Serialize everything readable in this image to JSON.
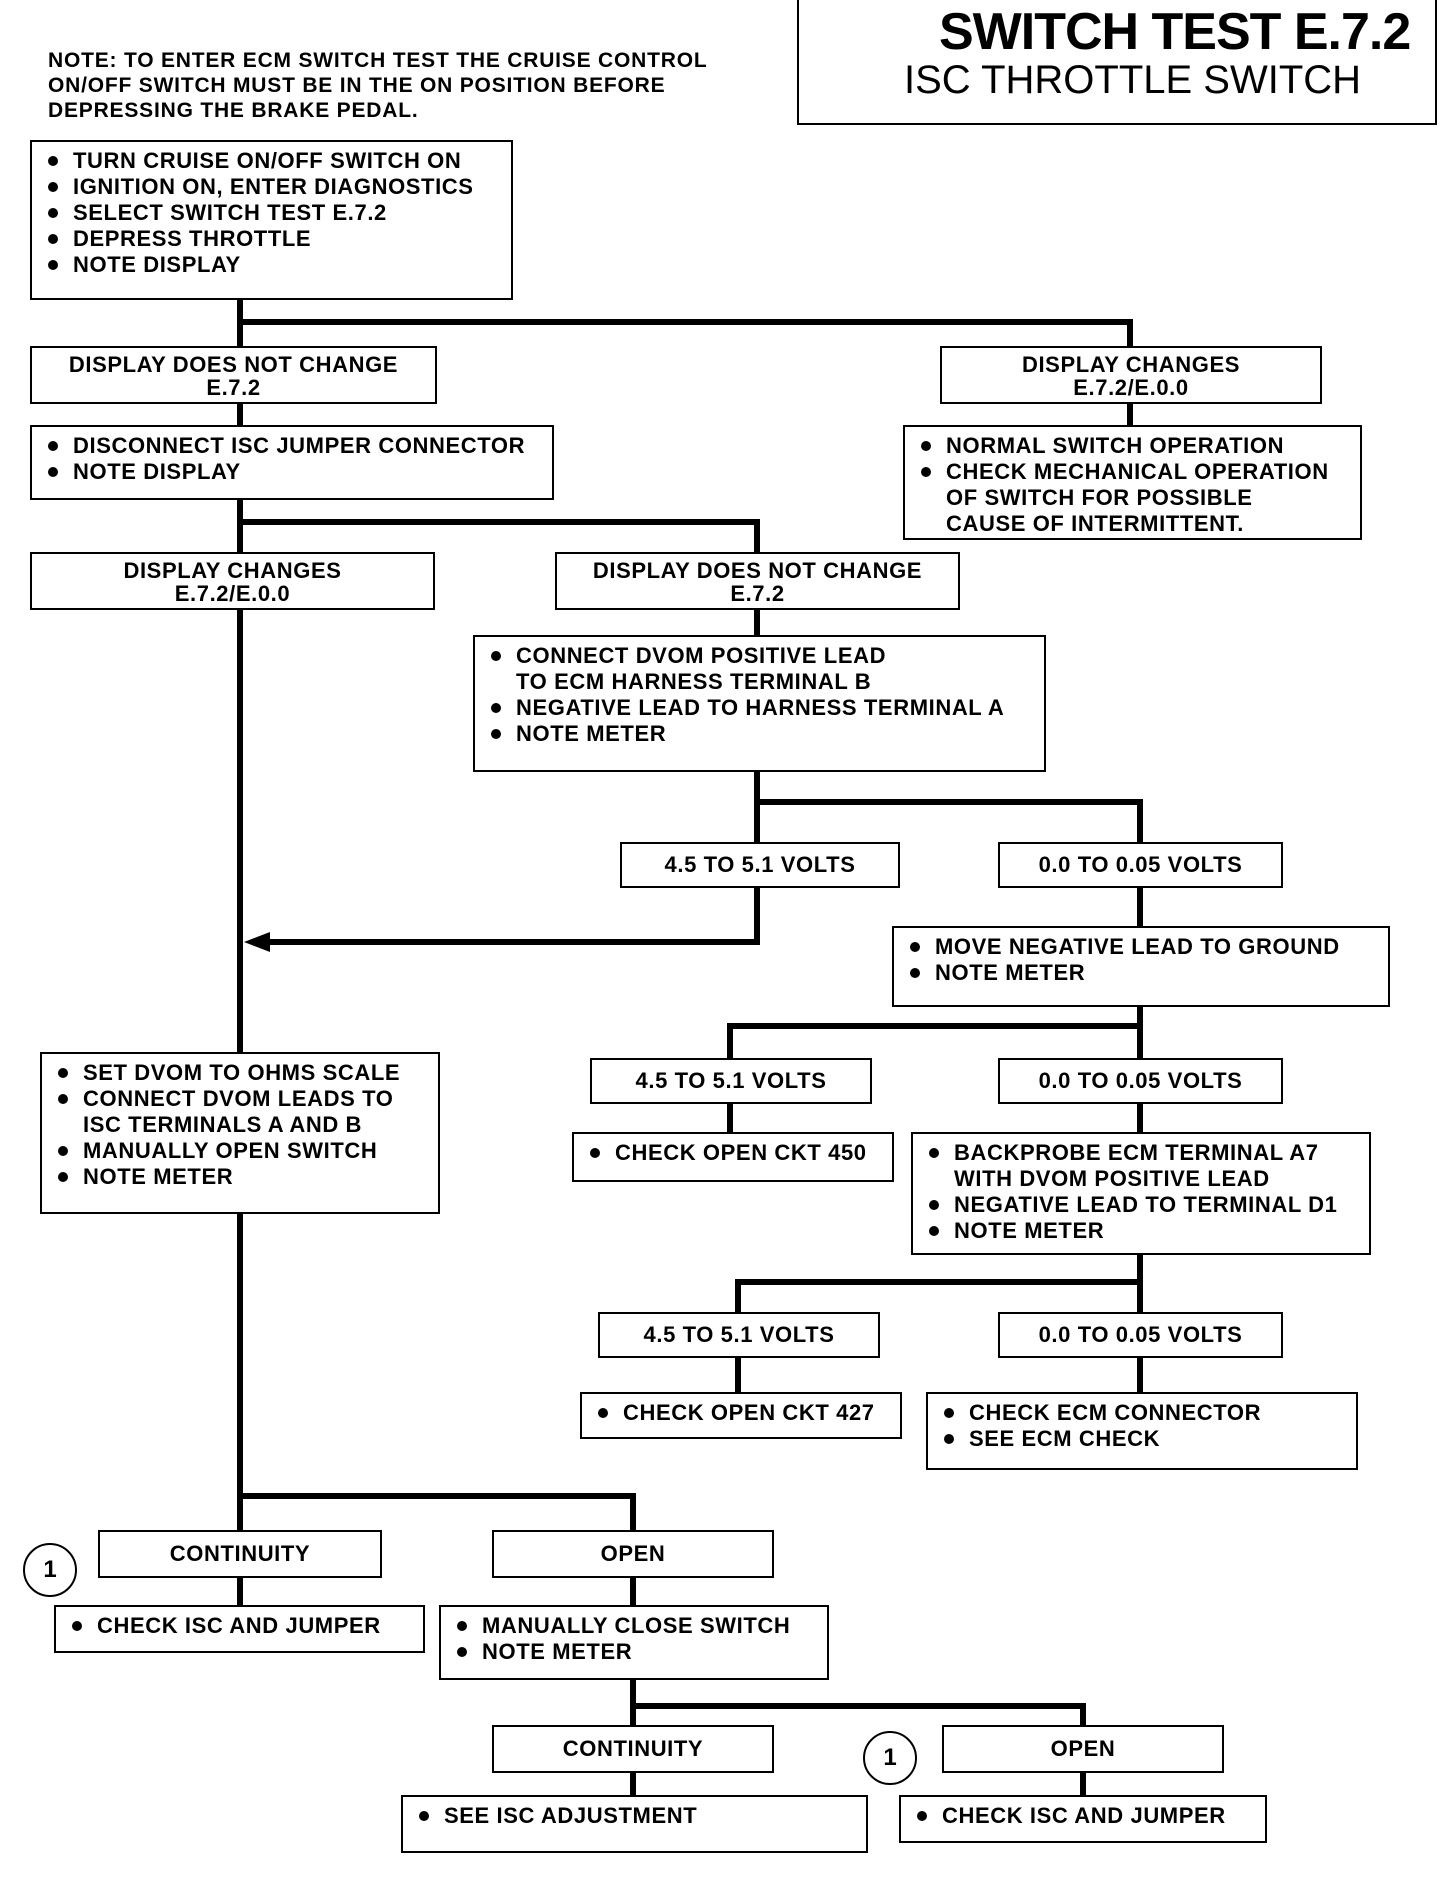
{
  "title": {
    "main": "SWITCH TEST E.7.2",
    "sub": "ISC THROTTLE SWITCH"
  },
  "note": "NOTE: TO ENTER ECM SWITCH TEST THE CRUISE CONTROL ON/OFF SWITCH MUST BE IN THE ON POSITION BEFORE DEPRESSING THE BRAKE PEDAL.",
  "steps": {
    "start": [
      "TURN CRUISE ON/OFF SWITCH ON",
      "IGNITION ON, ENTER DIAGNOSTICS",
      "SELECT SWITCH TEST E.7.2",
      "DEPRESS THROTTLE",
      "NOTE DISPLAY"
    ],
    "display_no_change_1": [
      "DISPLAY DOES NOT CHANGE",
      "E.7.2"
    ],
    "display_changes_1": [
      "DISPLAY CHANGES",
      "E.7.2/E.0.0"
    ],
    "normal_operation": [
      "NORMAL SWITCH OPERATION",
      "CHECK MECHANICAL OPERATION\nOF SWITCH  FOR POSSIBLE\nCAUSE OF INTERMITTENT."
    ],
    "disconnect_jumper": [
      "DISCONNECT ISC JUMPER CONNECTOR",
      "NOTE DISPLAY"
    ],
    "display_changes_2": [
      "DISPLAY CHANGES",
      "E.7.2/E.0.0"
    ],
    "display_no_change_2": [
      "DISPLAY DOES NOT CHANGE",
      "E.7.2"
    ],
    "connect_dvom": [
      "CONNECT DVOM POSITIVE LEAD\nTO ECM HARNESS TERMINAL B",
      "NEGATIVE LEAD TO HARNESS TERMINAL A",
      "NOTE METER"
    ],
    "volts_high_1": "4.5 TO 5.1 VOLTS",
    "volts_low_1": "0.0 TO 0.05 VOLTS",
    "move_to_ground": [
      "MOVE NEGATIVE LEAD TO GROUND",
      "NOTE METER"
    ],
    "volts_high_2": "4.5 TO 5.1 VOLTS",
    "volts_low_2": "0.0 TO 0.05 VOLTS",
    "check_ckt_450": [
      "CHECK OPEN CKT 450"
    ],
    "backprobe": [
      "BACKPROBE ECM TERMINAL A7\nWITH DVOM POSITIVE LEAD",
      "NEGATIVE LEAD TO TERMINAL D1",
      "NOTE METER"
    ],
    "volts_high_3": "4.5 TO 5.1 VOLTS",
    "volts_low_3": "0.0 TO 0.05 VOLTS",
    "check_ckt_427": [
      "CHECK OPEN CKT 427"
    ],
    "check_ecm": [
      "CHECK ECM CONNECTOR",
      "SEE ECM CHECK"
    ],
    "ohms_scale": [
      "SET DVOM TO OHMS SCALE",
      "CONNECT DVOM LEADS TO\nISC TERMINALS A AND B",
      "MANUALLY OPEN SWITCH",
      "NOTE METER"
    ],
    "continuity_1": "CONTINUITY",
    "open_1": "OPEN",
    "check_isc_jumper_1": [
      "CHECK ISC AND JUMPER"
    ],
    "manually_close": [
      "MANUALLY CLOSE SWITCH",
      "NOTE METER"
    ],
    "continuity_2": "CONTINUITY",
    "open_2": "OPEN",
    "see_isc_adjustment": [
      "SEE  ISC ADJUSTMENT"
    ],
    "check_isc_jumper_2": [
      "CHECK ISC AND JUMPER"
    ]
  },
  "refs": {
    "ref_a": "1",
    "ref_b": "1"
  }
}
